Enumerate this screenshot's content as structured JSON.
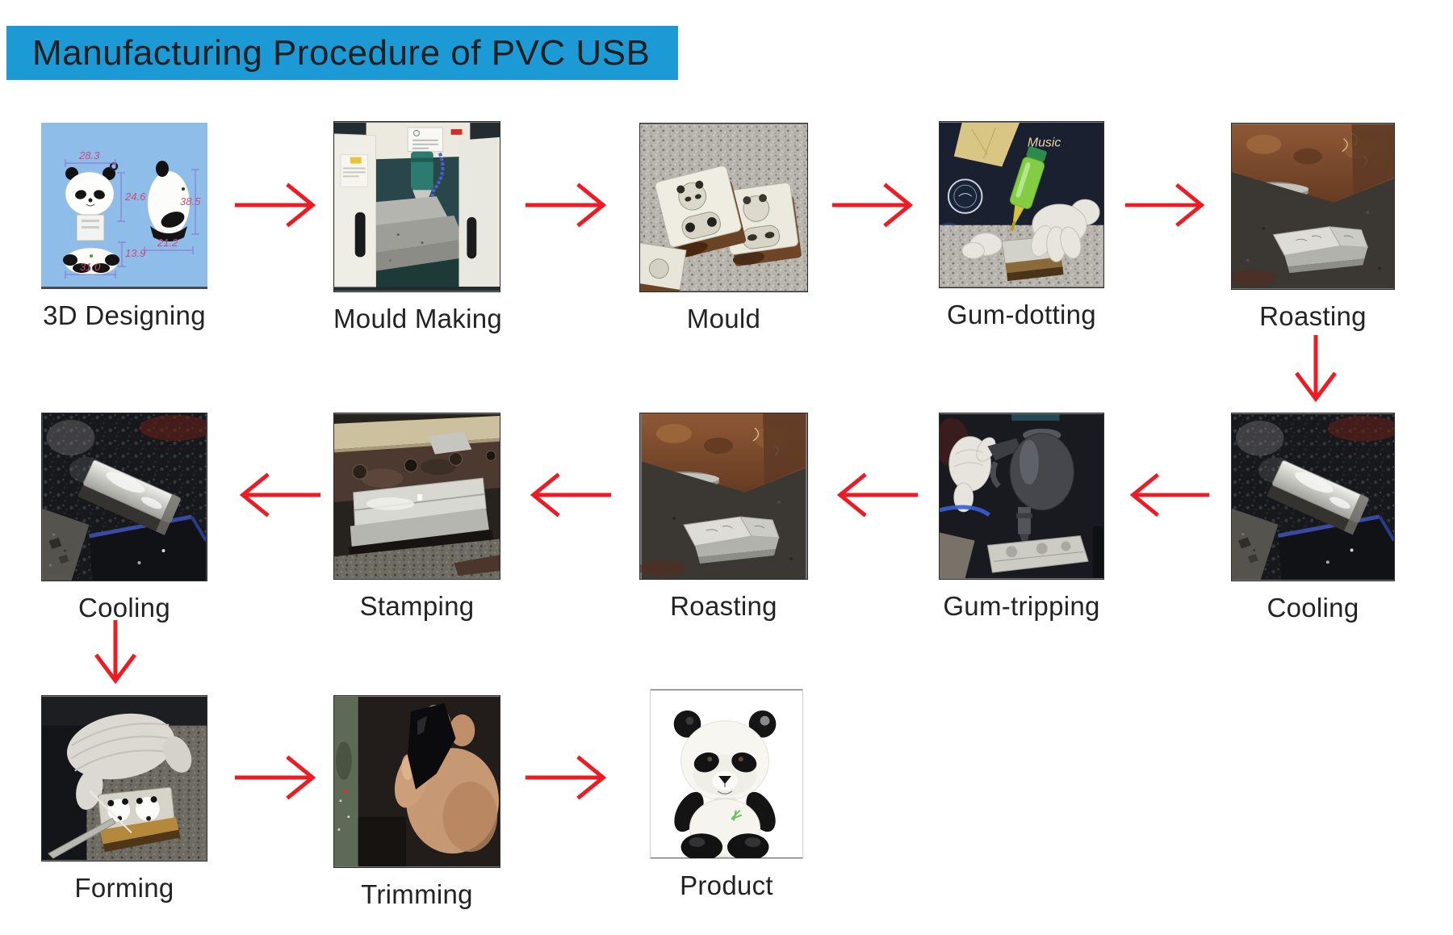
{
  "header": {
    "title": "Manufacturing Procedure of PVC USB"
  },
  "colors": {
    "banner_bg": "#1b9ad6",
    "arrow_red": "#ed1c24",
    "design_bg": "#8fbde9",
    "label_text": "#232323"
  },
  "rows": [
    {
      "steps": [
        {
          "label": "3D Designing"
        },
        {
          "label": "Mould Making"
        },
        {
          "label": "Mould"
        },
        {
          "label": "Gum-dotting"
        },
        {
          "label": "Roasting"
        }
      ]
    },
    {
      "steps": [
        {
          "label": "Cooling"
        },
        {
          "label": "Stamping"
        },
        {
          "label": "Roasting"
        },
        {
          "label": "Gum-tripping"
        },
        {
          "label": "Cooling"
        }
      ]
    },
    {
      "steps": [
        {
          "label": "Forming"
        },
        {
          "label": "Trimming"
        },
        {
          "label": "Product"
        }
      ]
    }
  ],
  "flow_sequence": [
    "3D Designing",
    "Mould Making",
    "Mould",
    "Gum-dotting",
    "Roasting",
    "Cooling",
    "Gum-tripping",
    "Roasting",
    "Stamping",
    "Cooling",
    "Forming",
    "Trimming",
    "Product"
  ],
  "design_annotations": {
    "top_width": "28.3",
    "head_height": "24.6",
    "side_height": "38.5",
    "side_width": "21.2",
    "feet_height": "13.9",
    "bottom_width": "31.0"
  },
  "photo_texts": {
    "gum_dotting_shirt": "Music"
  }
}
